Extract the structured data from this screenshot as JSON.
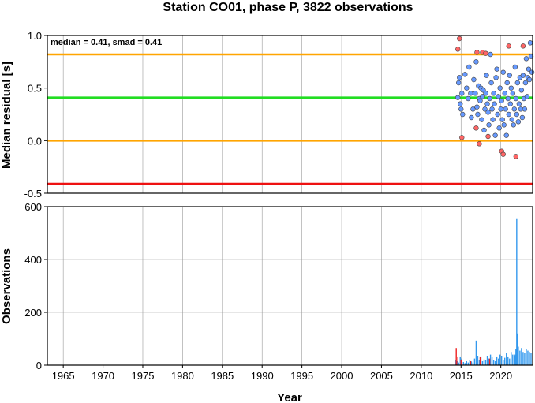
{
  "chart_data": [
    {
      "type": "scatter",
      "title": "Station CO01, phase P, 3822 observations",
      "xlabel": "",
      "ylabel": "Median residual [s]",
      "xlim": [
        1963,
        2024
      ],
      "ylim": [
        -0.5,
        1.0
      ],
      "grid": true,
      "yticks": [
        -0.5,
        0.0,
        0.5,
        1.0
      ],
      "ytick_labels": [
        "-0.5",
        "0.0",
        "0.5",
        "1.0"
      ],
      "annotation": "median = 0.41, smad = 0.41",
      "hlines": [
        {
          "y": 0.82,
          "color": "#ffa500"
        },
        {
          "y": 0.41,
          "color": "#22dd22"
        },
        {
          "y": 0.0,
          "color": "#ffa500"
        },
        {
          "y": -0.41,
          "color": "#ee1111"
        }
      ],
      "colors": {
        "inlier": "#6699ff",
        "outlier": "#ff6666",
        "marker_edge": "#444444"
      },
      "series": [
        {
          "values": [
            [
              2014.6,
              0.41
            ],
            [
              2014.7,
              0.55
            ],
            [
              2014.8,
              0.6
            ],
            [
              2014.9,
              0.35
            ],
            [
              2015.0,
              0.3
            ],
            [
              2015.1,
              0.45
            ],
            [
              2015.2,
              0.25
            ],
            [
              2015.5,
              0.63
            ],
            [
              2015.7,
              0.5
            ],
            [
              2015.9,
              0.4
            ],
            [
              2016.0,
              0.7
            ],
            [
              2016.2,
              0.45
            ],
            [
              2016.3,
              0.22
            ],
            [
              2016.5,
              0.3
            ],
            [
              2016.6,
              0.58
            ],
            [
              2016.8,
              0.45
            ],
            [
              2016.9,
              0.75
            ],
            [
              2017.0,
              0.32
            ],
            [
              2017.1,
              0.25
            ],
            [
              2017.2,
              0.52
            ],
            [
              2017.3,
              0.4
            ],
            [
              2017.4,
              0.38
            ],
            [
              2017.5,
              0.5
            ],
            [
              2017.6,
              0.2
            ],
            [
              2017.7,
              0.42
            ],
            [
              2017.8,
              0.48
            ],
            [
              2017.9,
              0.1
            ],
            [
              2018.0,
              0.3
            ],
            [
              2018.1,
              0.45
            ],
            [
              2018.2,
              0.62
            ],
            [
              2018.3,
              0.35
            ],
            [
              2018.4,
              0.27
            ],
            [
              2018.5,
              0.15
            ],
            [
              2018.6,
              0.4
            ],
            [
              2018.7,
              0.82
            ],
            [
              2018.8,
              0.55
            ],
            [
              2018.9,
              0.3
            ],
            [
              2019.0,
              0.2
            ],
            [
              2019.1,
              0.45
            ],
            [
              2019.2,
              0.35
            ],
            [
              2019.3,
              0.05
            ],
            [
              2019.4,
              0.6
            ],
            [
              2019.5,
              0.68
            ],
            [
              2019.6,
              0.25
            ],
            [
              2019.7,
              0.42
            ],
            [
              2019.8,
              0.12
            ],
            [
              2019.9,
              0.5
            ],
            [
              2020.0,
              0.3
            ],
            [
              2020.1,
              0.38
            ],
            [
              2020.2,
              0.2
            ],
            [
              2020.3,
              0.65
            ],
            [
              2020.4,
              0.15
            ],
            [
              2020.5,
              0.45
            ],
            [
              2020.6,
              0.3
            ],
            [
              2020.7,
              0.05
            ],
            [
              2020.8,
              0.55
            ],
            [
              2020.9,
              0.4
            ],
            [
              2021.0,
              0.25
            ],
            [
              2021.1,
              0.62
            ],
            [
              2021.2,
              0.35
            ],
            [
              2021.3,
              0.5
            ],
            [
              2021.4,
              0.2
            ],
            [
              2021.5,
              0.45
            ],
            [
              2021.6,
              0.15
            ],
            [
              2021.7,
              0.3
            ],
            [
              2021.8,
              0.7
            ],
            [
              2021.9,
              0.4
            ],
            [
              2022.0,
              0.25
            ],
            [
              2022.1,
              0.55
            ],
            [
              2022.2,
              0.18
            ],
            [
              2022.3,
              0.35
            ],
            [
              2022.4,
              0.6
            ],
            [
              2022.5,
              0.3
            ],
            [
              2022.6,
              0.48
            ],
            [
              2022.7,
              0.22
            ],
            [
              2022.8,
              0.62
            ],
            [
              2022.9,
              0.4
            ],
            [
              2023.0,
              0.3
            ],
            [
              2023.1,
              0.55
            ],
            [
              2023.2,
              0.78
            ],
            [
              2023.3,
              0.42
            ],
            [
              2023.4,
              0.6
            ],
            [
              2023.5,
              0.68
            ],
            [
              2023.6,
              0.58
            ],
            [
              2023.7,
              0.93
            ],
            [
              2023.8,
              0.8
            ],
            [
              2023.9,
              0.65
            ]
          ]
        },
        {
          "values": [
            [
              2014.6,
              0.87
            ],
            [
              2014.8,
              0.97
            ],
            [
              2015.1,
              0.03
            ],
            [
              2016.9,
              0.12
            ],
            [
              2017.0,
              0.84
            ],
            [
              2017.3,
              -0.03
            ],
            [
              2017.7,
              0.84
            ],
            [
              2018.1,
              0.83
            ],
            [
              2018.4,
              0.04
            ],
            [
              2020.1,
              -0.1
            ],
            [
              2020.3,
              -0.13
            ],
            [
              2021.0,
              0.9
            ],
            [
              2021.9,
              -0.15
            ],
            [
              2022.8,
              0.9
            ]
          ]
        }
      ]
    },
    {
      "type": "bar",
      "xlabel": "Year",
      "ylabel": "Observations",
      "xlim": [
        1963,
        2024
      ],
      "ylim": [
        0,
        600
      ],
      "grid": true,
      "xticks": [
        1965,
        1970,
        1975,
        1980,
        1985,
        1990,
        1995,
        2000,
        2005,
        2010,
        2015,
        2020
      ],
      "xtick_labels": [
        "1965",
        "1970",
        "1975",
        "1980",
        "1985",
        "1990",
        "1995",
        "2000",
        "2005",
        "2010",
        "2015",
        "2020"
      ],
      "yticks": [
        0,
        200,
        400,
        600
      ],
      "ytick_labels": [
        "0",
        "200",
        "400",
        "600"
      ],
      "colors": {
        "main": "#3399ee",
        "outlier": "#ee2222"
      },
      "series": [
        {
          "values": [
            [
              2014.3,
              20
            ],
            [
              2014.5,
              15
            ],
            [
              2014.7,
              10
            ],
            [
              2014.9,
              30
            ],
            [
              2015.1,
              25
            ],
            [
              2015.3,
              12
            ],
            [
              2015.5,
              8
            ],
            [
              2015.7,
              15
            ],
            [
              2015.9,
              10
            ],
            [
              2016.1,
              20
            ],
            [
              2016.3,
              14
            ],
            [
              2016.5,
              10
            ],
            [
              2016.7,
              25
            ],
            [
              2016.9,
              93
            ],
            [
              2017.1,
              35
            ],
            [
              2017.3,
              20
            ],
            [
              2017.5,
              30
            ],
            [
              2017.7,
              15
            ],
            [
              2017.9,
              22
            ],
            [
              2018.1,
              18
            ],
            [
              2018.3,
              35
            ],
            [
              2018.5,
              25
            ],
            [
              2018.7,
              40
            ],
            [
              2018.9,
              30
            ],
            [
              2019.1,
              20
            ],
            [
              2019.3,
              15
            ],
            [
              2019.5,
              30
            ],
            [
              2019.7,
              25
            ],
            [
              2019.9,
              40
            ],
            [
              2020.1,
              35
            ],
            [
              2020.3,
              20
            ],
            [
              2020.5,
              28
            ],
            [
              2020.7,
              45
            ],
            [
              2020.9,
              30
            ],
            [
              2021.1,
              25
            ],
            [
              2021.3,
              50
            ],
            [
              2021.5,
              40
            ],
            [
              2021.7,
              35
            ],
            [
              2021.8,
              40
            ],
            [
              2021.9,
              60
            ],
            [
              2022.0,
              553
            ],
            [
              2022.1,
              120
            ],
            [
              2022.2,
              70
            ],
            [
              2022.4,
              55
            ],
            [
              2022.6,
              65
            ],
            [
              2022.8,
              50
            ],
            [
              2023.0,
              45
            ],
            [
              2023.2,
              60
            ],
            [
              2023.4,
              55
            ],
            [
              2023.6,
              50
            ],
            [
              2023.8,
              45
            ]
          ]
        },
        {
          "values": [
            [
              2014.4,
              65
            ],
            [
              2014.6,
              30
            ],
            [
              2015.0,
              20
            ],
            [
              2016.2,
              15
            ],
            [
              2017.4,
              30
            ],
            [
              2018.6,
              25
            ]
          ]
        }
      ]
    }
  ]
}
